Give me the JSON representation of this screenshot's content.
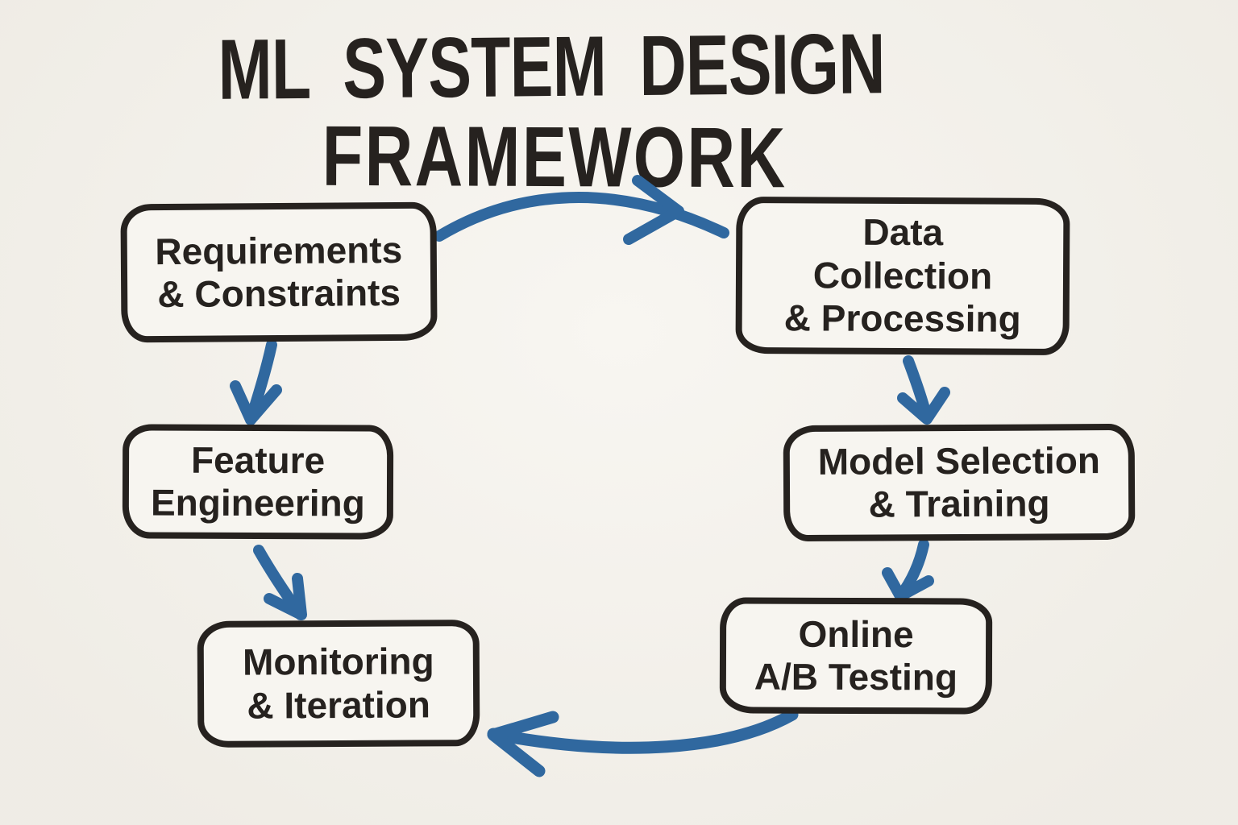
{
  "title": {
    "line1": "ML SYSTEM DESIGN",
    "line2": "FRAMEWORK"
  },
  "nodes": {
    "requirements": {
      "label": "Requirements\n& Constraints"
    },
    "data_collection": {
      "label": "Data\nCollection\n& Processing"
    },
    "model_selection": {
      "label": "Model Selection\n& Training"
    },
    "ab_testing": {
      "label": "Online\nA/B Testing"
    },
    "feature_engineering": {
      "label": "Feature\nEngineering"
    },
    "monitoring": {
      "label": "Monitoring\n& Iteration"
    }
  },
  "flow": [
    {
      "from": "Requirements & Constraints",
      "to": "Data Collection & Processing"
    },
    {
      "from": "Data Collection & Processing",
      "to": "Model Selection & Training"
    },
    {
      "from": "Model Selection & Training",
      "to": "Online A/B Testing"
    },
    {
      "from": "Online A/B Testing",
      "to": "Monitoring & Iteration"
    },
    {
      "from": "Requirements & Constraints",
      "to": "Feature Engineering"
    },
    {
      "from": "Feature Engineering",
      "to": "Monitoring & Iteration"
    }
  ],
  "colors": {
    "paper": "#f4f1ea",
    "ink": "#26221f",
    "arrow": "#30689f"
  }
}
